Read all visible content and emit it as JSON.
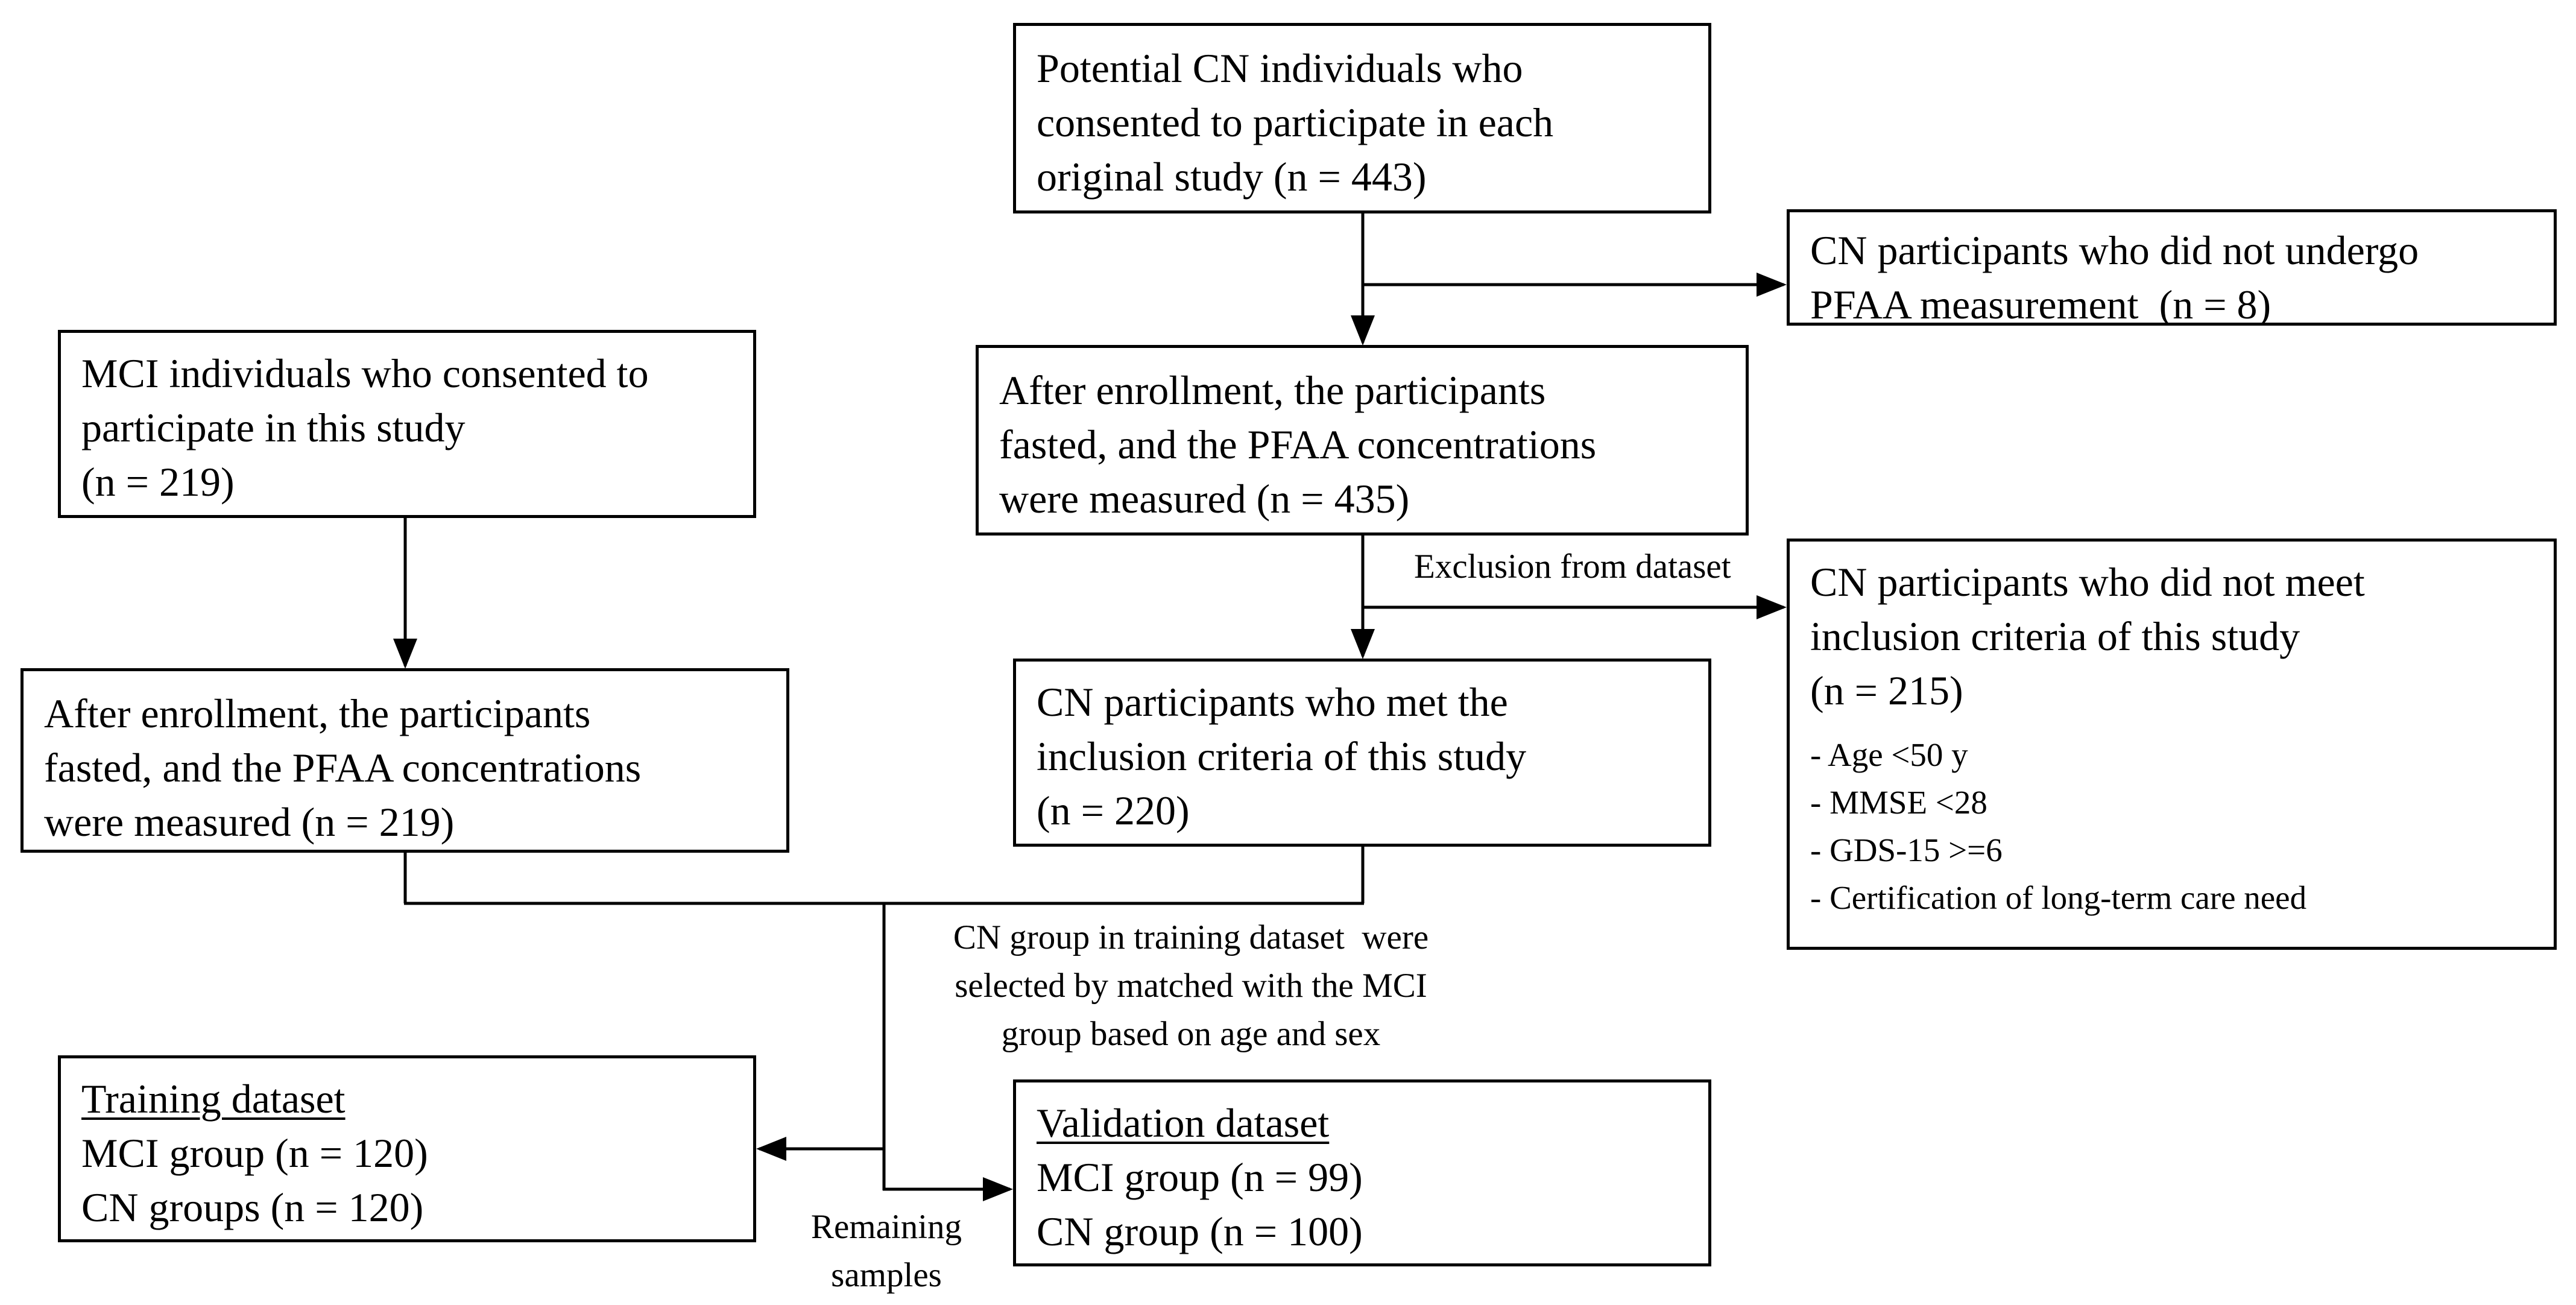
{
  "boxes": {
    "potential": {
      "lines": [
        "Potential CN individuals who",
        "consented to participate in each",
        "original study (n = 443)"
      ]
    },
    "no_pfaa": {
      "lines": [
        "CN participants who did not undergo",
        "PFAA measurement  (n = 8)"
      ]
    },
    "mci_consent": {
      "lines": [
        "MCI individuals who consented to",
        "participate in this study",
        "(n = 219)"
      ]
    },
    "fasted_cn": {
      "lines": [
        "After enrollment, the participants",
        "fasted, and the PFAA concentrations",
        "were measured (n = 435)"
      ]
    },
    "not_meet": {
      "lines": [
        "CN participants who did not meet",
        "inclusion criteria of this study",
        "(n = 215)"
      ],
      "criteria": [
        "- Age <50 y",
        "- MMSE <28",
        "- GDS-15 >=6",
        "- Certification of long-term care need"
      ]
    },
    "fasted_mci": {
      "lines": [
        "After enrollment, the participants",
        "fasted, and the PFAA concentrations",
        "were measured (n = 219)"
      ]
    },
    "met": {
      "lines": [
        "CN participants who met the",
        "inclusion criteria of this study",
        "(n = 220)"
      ]
    },
    "training": {
      "title": "Training dataset",
      "lines": [
        "MCI group (n = 120)",
        "CN groups (n = 120)"
      ]
    },
    "validation": {
      "title": "Validation dataset",
      "lines": [
        "MCI group (n = 99)",
        "CN group (n = 100)"
      ]
    }
  },
  "labels": {
    "exclusion": "Exclusion from dataset",
    "matched": [
      "CN group in training dataset  were",
      "selected by matched with the MCI",
      "group based on age and sex"
    ],
    "remaining": [
      "Remaining",
      "samples"
    ]
  }
}
